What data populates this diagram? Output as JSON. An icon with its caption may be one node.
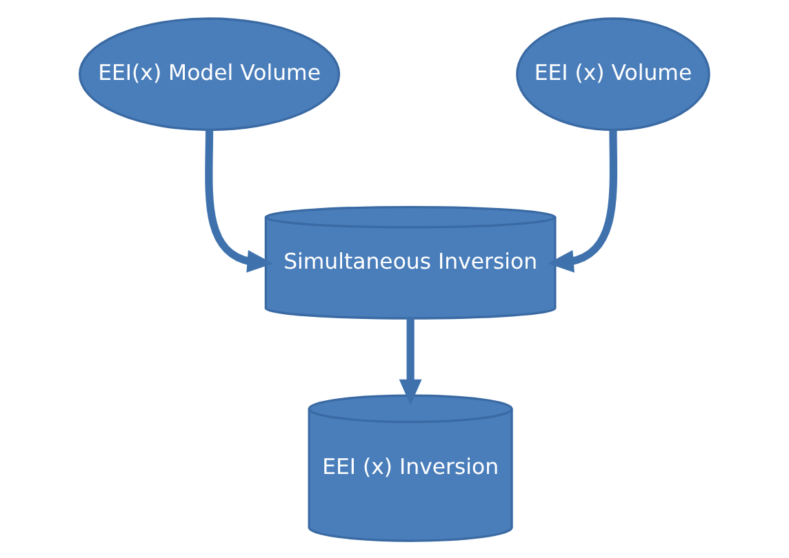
{
  "diagram": {
    "nodes": [
      {
        "text": [
          "EEI(x) Model Volume"
        ]
      },
      {
        "text": [
          "Simultaneous Inversion"
        ]
      },
      {
        "text": [
          "EEI (x) Volume"
        ]
      },
      {
        "text": [
          "EEI (x) Inversion"
        ]
      }
    ],
    "edges": [
      {
        "from": 0,
        "to": 1,
        "arrow": "to"
      },
      {
        "from": 2,
        "to": 1,
        "arrow": "to"
      },
      {
        "from": 1,
        "to": 3,
        "arrow": "to"
      }
    ]
  }
}
